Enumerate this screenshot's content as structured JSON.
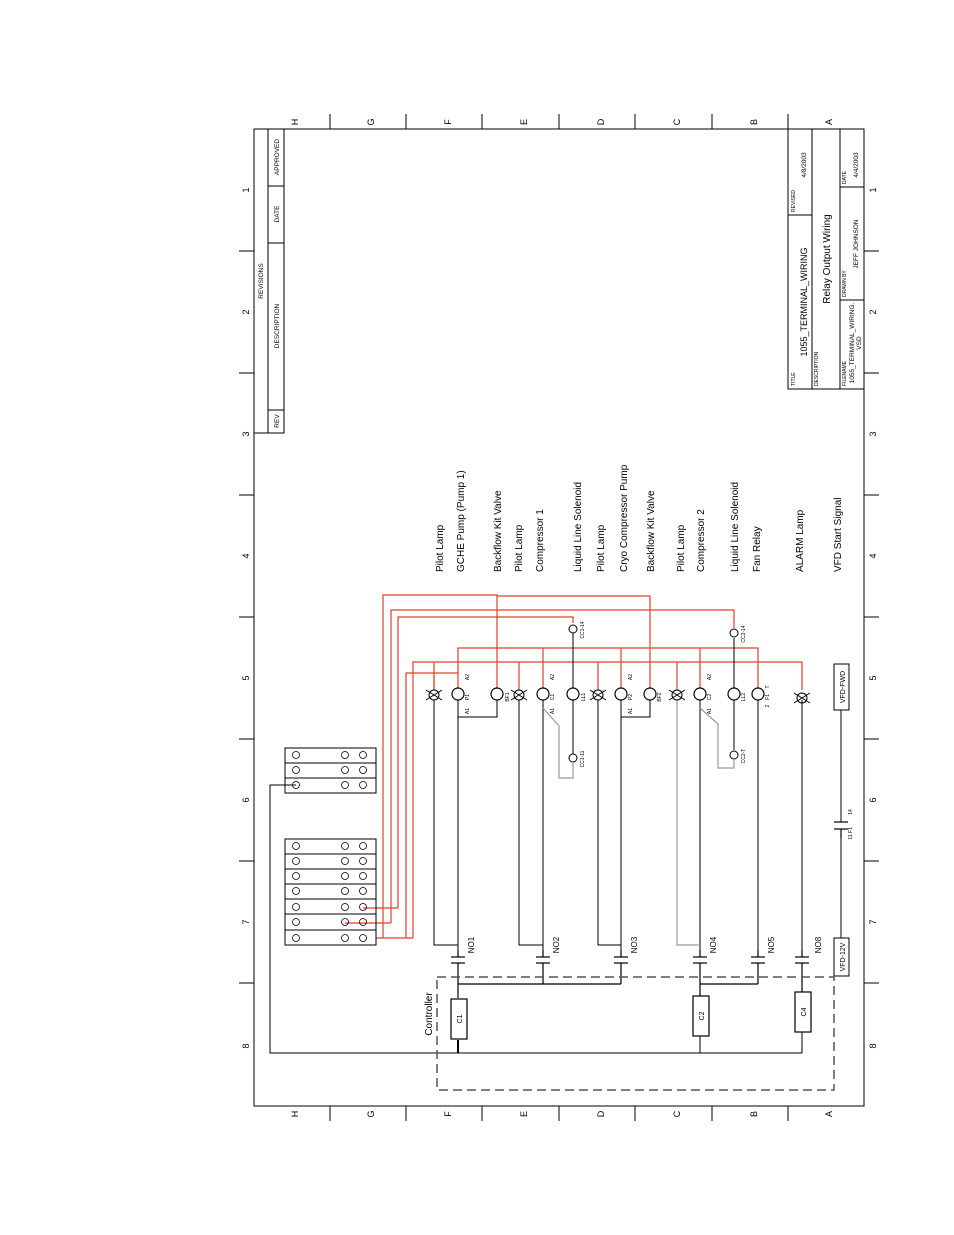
{
  "title_block": {
    "title_label": "TITLE",
    "title": "1055_TERMINAL_WIRING",
    "revised_label": "REVISED",
    "revised": "4/8/2003",
    "description_label": "DESCRIPTION",
    "description": "Relay Output Wiring",
    "filename_label": "FILENAME",
    "filename_line1": "1055_TERMINAL_WIRING.",
    "filename_line2": "VSD",
    "drawn_by_label": "DRAWN BY",
    "drawn_by": "JEFF JOHNSON",
    "date_label": "DATE",
    "date": "4/4/2003"
  },
  "revisions": {
    "header": "REVISIONS",
    "columns": [
      "REV",
      "DESCRIPTION",
      "DATE",
      "APPROVED"
    ]
  },
  "zones": {
    "letters": [
      "H",
      "G",
      "F",
      "E",
      "D",
      "C",
      "B",
      "A"
    ],
    "numbers": [
      "1",
      "2",
      "3",
      "4",
      "5",
      "6",
      "7",
      "8"
    ]
  },
  "loads": [
    "Pilot Lamp",
    "GCHE Pump (Pump 1)",
    "Backflow Kit Valve",
    "Pilot Lamp",
    "Compressor 1",
    "Liquid Line Solenoid",
    "Pilot Lamp",
    "Cryo Compressor Pump",
    "Backflow Kit Valve",
    "Pilot Lamp",
    "Compressor 2",
    "Liquid Line Solenoid",
    "Fan Relay",
    "ALARM Lamp",
    "VFD Start Signal"
  ],
  "components": {
    "p1": "P1",
    "bf1": "BF1",
    "c1c": "C1",
    "ll1": "LL1",
    "p2": "P2",
    "bf2": "BF2",
    "c2c": "C2",
    "ll2": "LL2",
    "f1": "F1",
    "a1": "A1",
    "a2": "A2",
    "t": "T",
    "two": "2",
    "cc1_14": "CC1-14",
    "cc2_14": "CC2-14",
    "cc1_11": "CC1-11",
    "cc2_t": "CC2-T",
    "f1_11": "11",
    "f1_14": "14",
    "f1_label": "F1",
    "vfd_fwd": "VFD-FWD",
    "vfd_12v": "VFD-12V"
  },
  "outputs": [
    "NO1",
    "NO2",
    "NO3",
    "NO4",
    "NO5",
    "NO8"
  ],
  "controller": {
    "label": "Controller",
    "commons": [
      "C1",
      "C2",
      "C4"
    ]
  },
  "colors": {
    "wire_red": "#e0402a",
    "wire_black": "#000000",
    "wire_gray": "#9a9a9a",
    "border": "#000000"
  }
}
